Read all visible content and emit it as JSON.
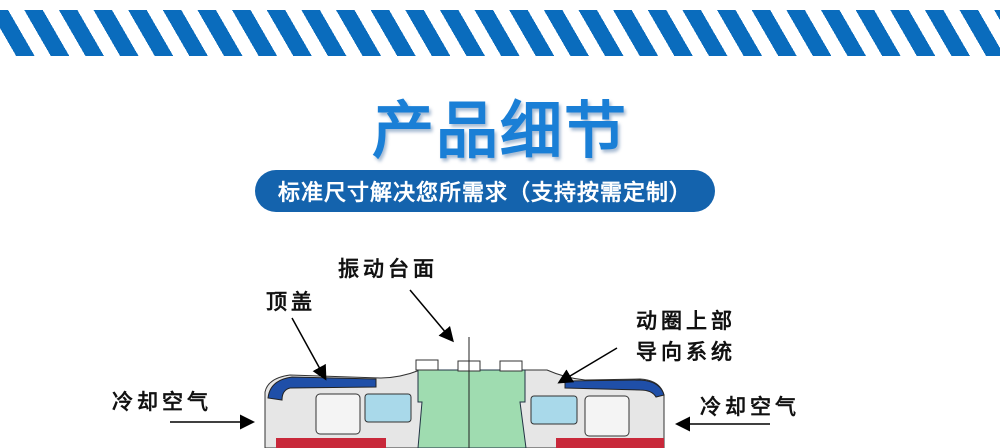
{
  "header": {
    "title": "产品细节",
    "subtitle": "标准尺寸解决您所需求（支持按需定制）"
  },
  "diagram": {
    "labels": {
      "table": "振动台面",
      "top_cover": "顶盖",
      "coil_guide_line1": "动圈上部",
      "coil_guide_line2": "导向系统",
      "cooling_air_left": "冷却空气",
      "cooling_air_right": "冷却空气"
    },
    "colors": {
      "cover": "#1f4fa8",
      "table": "#9fdcb0",
      "guide": "#a9d9ea",
      "body": "#e8e8e8",
      "base": "#c8283a",
      "stripe": "#0a6cbd"
    }
  }
}
